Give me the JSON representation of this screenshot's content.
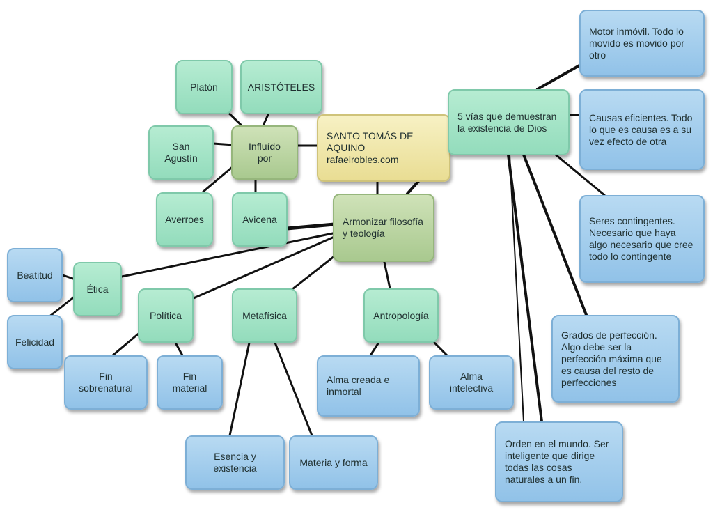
{
  "nodes": {
    "main": {
      "title": "SANTO TOMÁS DE AQUINO",
      "subtitle": "rafaelrobles.com"
    },
    "influido": "Influído por",
    "platon": "Platón",
    "aristoteles": "ARISTÓTELES",
    "san_agustin": "San Agustín",
    "averroes": "Averroes",
    "avicena": "Avicena",
    "armonizar": "Armonizar filosofía y teología",
    "etica": "Ética",
    "beatitud": "Beatitud",
    "felicidad": "Felicidad",
    "politica": "Política",
    "fin_sobrenatural": "Fin sobrenatural",
    "fin_material": "Fin material",
    "metafisica": "Metafísica",
    "esencia": "Esencia y existencia",
    "materia": "Materia y forma",
    "antropologia": "Antropología",
    "alma_creada": "Alma creada e inmortal",
    "alma_intelectiva": "Alma intelectiva",
    "cinco_vias": "5 vías que demuestran la existencia de Dios",
    "motor": "Motor inmóvil. Todo lo movido es movido por otro",
    "causas": "Causas eficientes. Todo lo que es causa es a su vez efecto de otra",
    "seres": "Seres contingentes. Necesario que haya algo necesario que cree todo lo contingente",
    "grados": "Grados de perfección. Algo debe ser la perfección máxima que es causa del resto de perfecciones",
    "orden": "Orden en el mundo. Ser inteligente que dirige todas las cosas naturales a un fin."
  },
  "colors": {
    "green": "#a5e4c7",
    "olive": "#bcd6a3",
    "yellow": "#efe7ab",
    "blue": "#a4cdee",
    "edge": "#111111"
  }
}
